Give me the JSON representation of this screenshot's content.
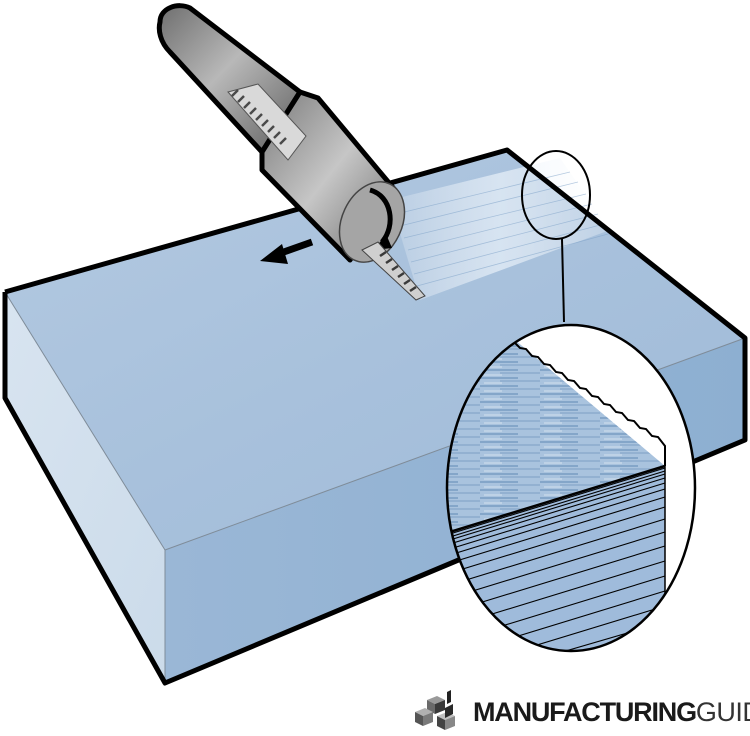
{
  "figure": {
    "subject": "Slab milling illustration",
    "elements": {
      "workpiece": "Rectangular metal block",
      "cutter": "Cylindrical helical milling cutter on arbor",
      "rotation_indicator": "clockwise-arrow",
      "feed_indicator": "left-arrow",
      "machined_surface": "Textured milled strip",
      "detail_callout": "Magnified cross-section of milled surface showing scalloped edge and layered profile"
    },
    "colors": {
      "block_top": "#a9c2dd",
      "block_front": "#94b3d4",
      "block_left": "#d1dfec",
      "block_right": "#8daed0",
      "outline": "#000000",
      "cutter_body": "#8a8a8a",
      "cutter_light": "#bdbdbd"
    }
  },
  "logo": {
    "brand_bold": "MANUFACTURING",
    "brand_light": "GUIDE"
  }
}
